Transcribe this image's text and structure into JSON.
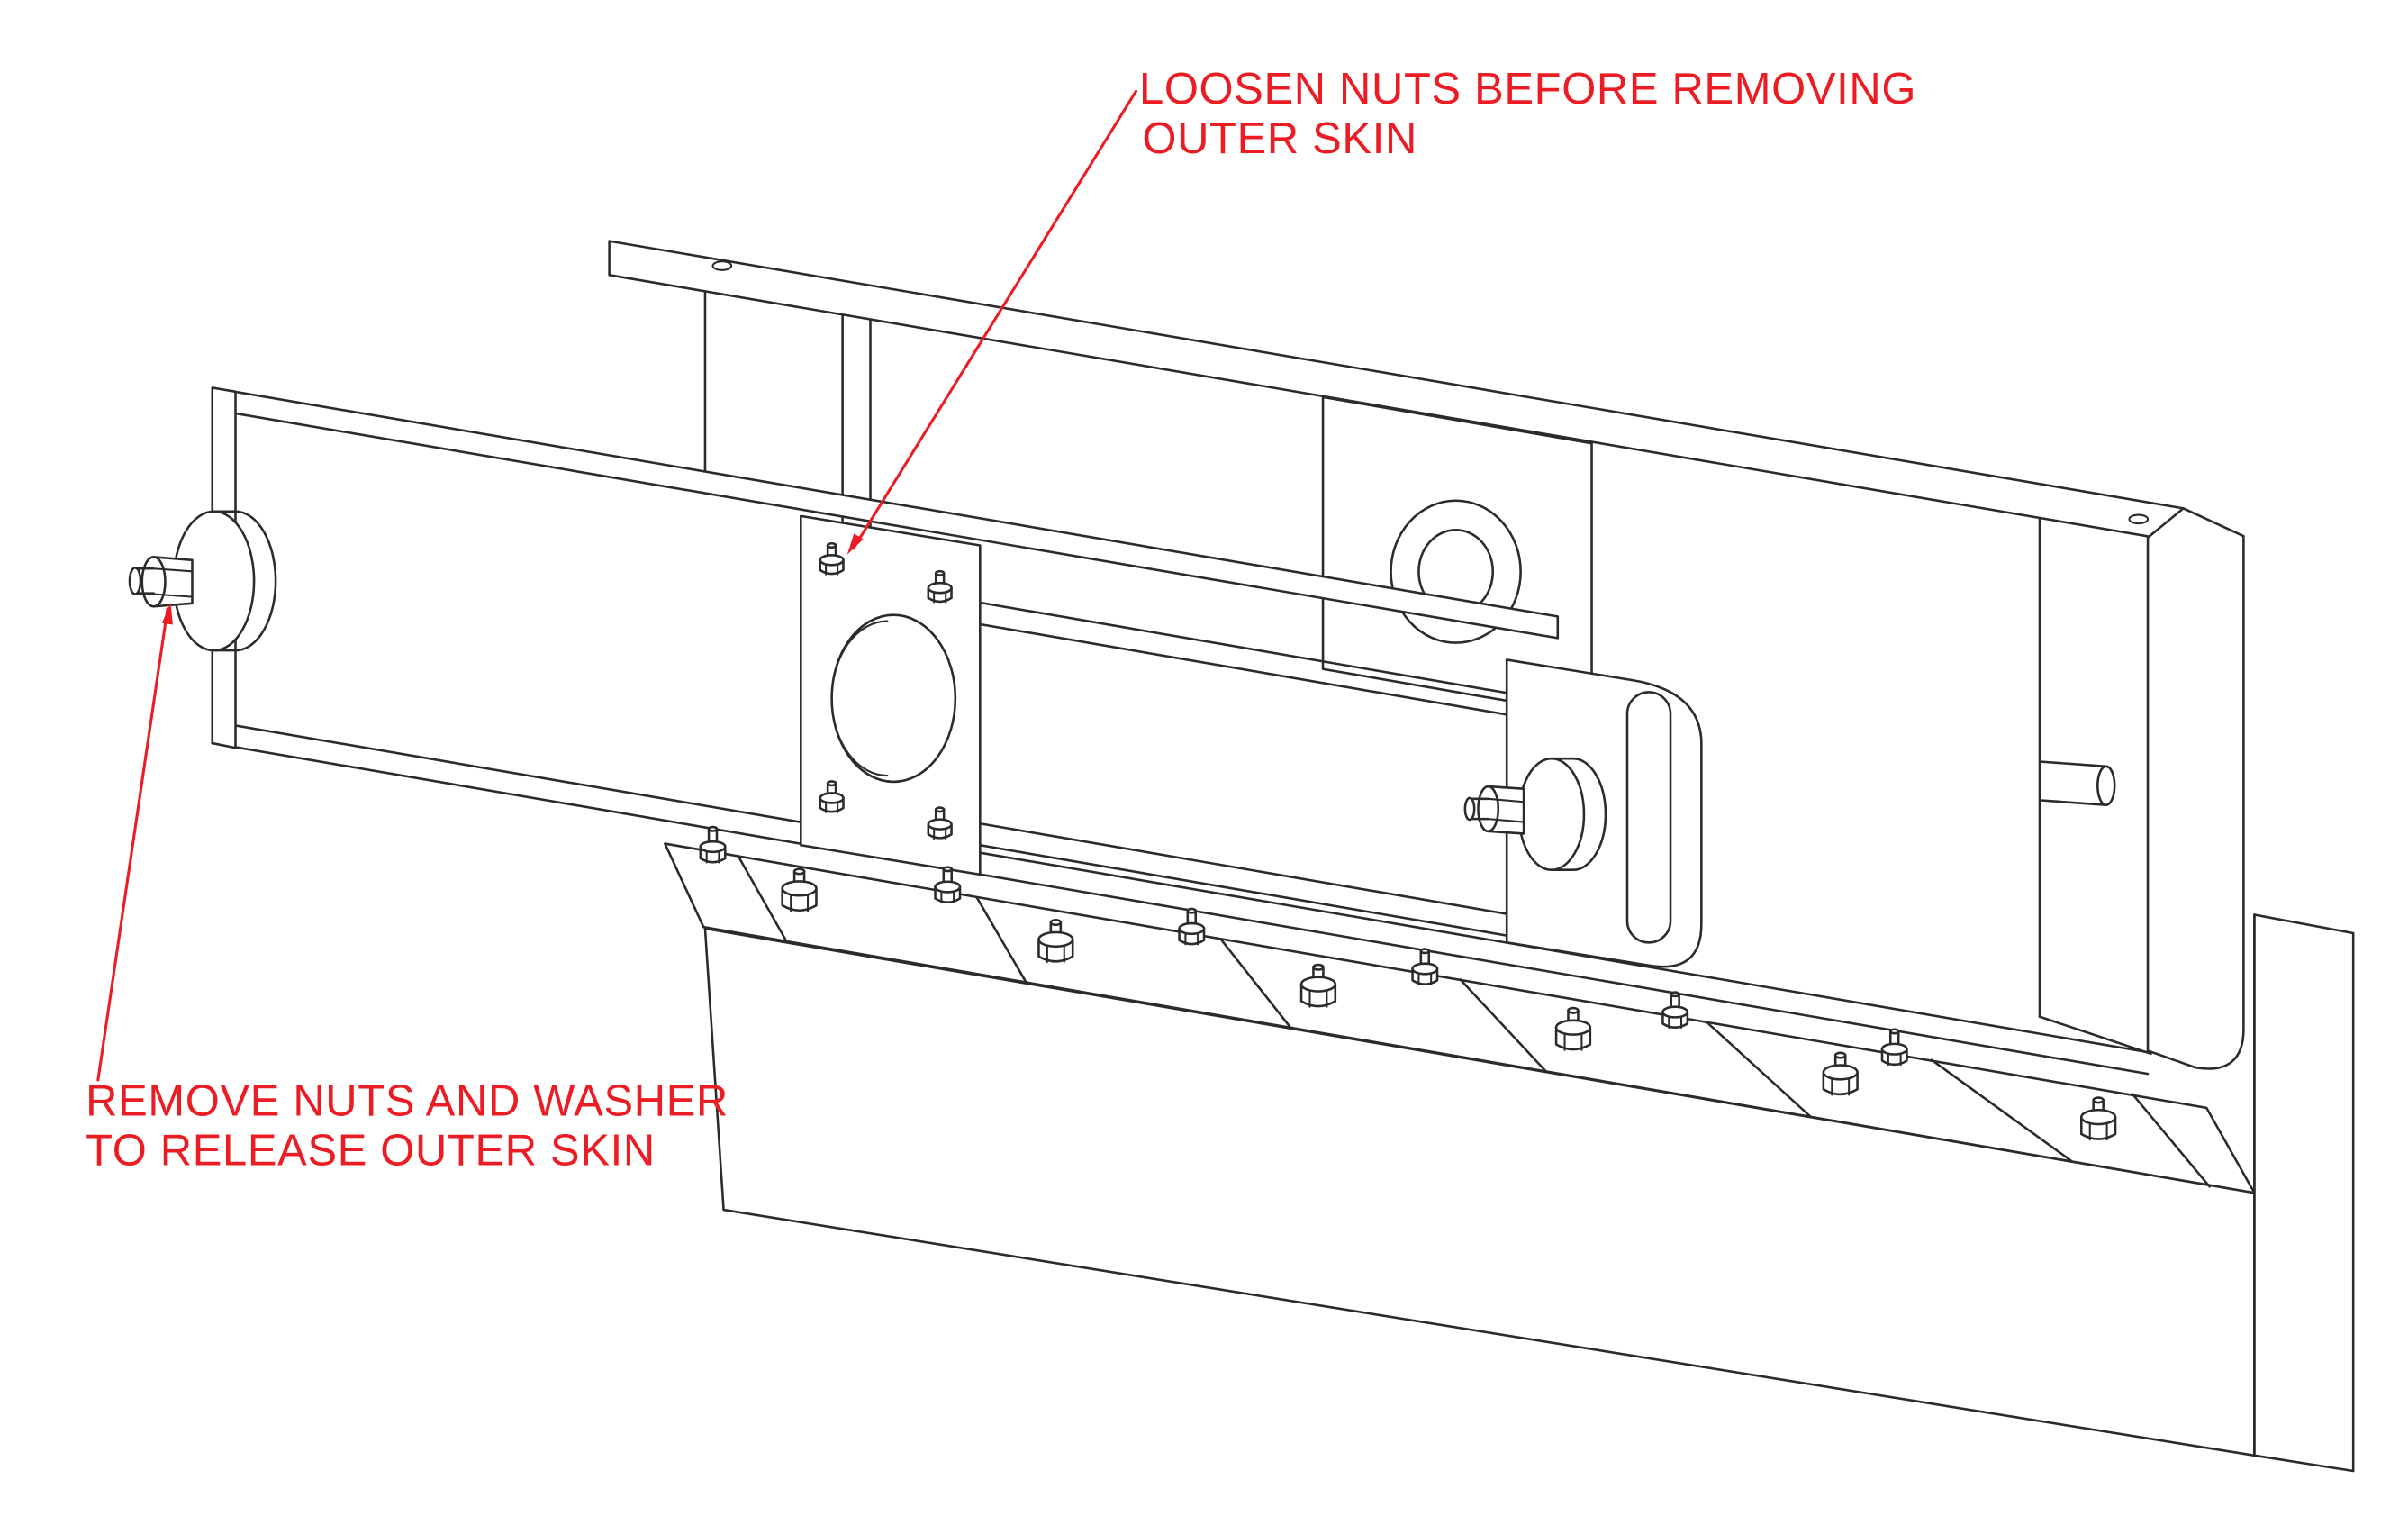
{
  "drawing": {
    "callouts": {
      "loosen_nuts": {
        "line1": "LOOSEN NUTS BEFORE REMOVING",
        "line2": "OUTER SKIN"
      },
      "remove_nuts": {
        "line1": "REMOVE NUTS AND WASHER",
        "line2": "TO RELEASE OUTER SKIN"
      }
    },
    "colors": {
      "callout_red": "#ec1c24",
      "line_black": "#2b2b2b",
      "background": "#ffffff"
    }
  }
}
